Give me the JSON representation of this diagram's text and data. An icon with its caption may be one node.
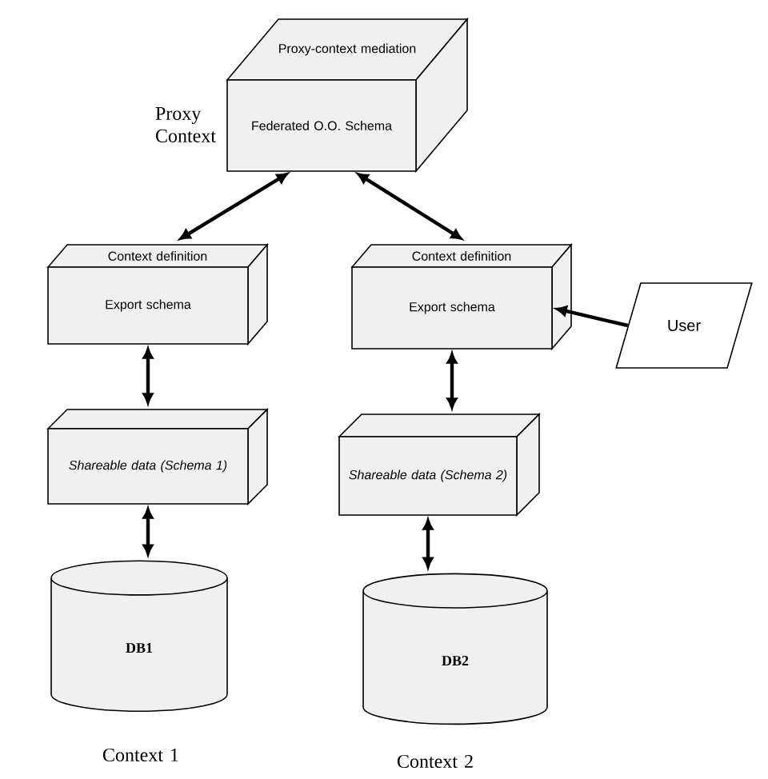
{
  "diagram": {
    "nodes": [
      {
        "text": [
          "Proxy-context mediation",
          "Federated O.O. Schema"
        ],
        "beside": [
          "Proxy Context"
        ]
      },
      {
        "text": [
          "Context definition",
          "Export schema"
        ]
      },
      {
        "text": [
          "Context definition",
          "Export schema"
        ]
      },
      {
        "text": [
          "User"
        ]
      },
      {
        "text": [
          "Shareable data (Schema 1)"
        ]
      },
      {
        "text": [
          "Shareable data (Schema 2)"
        ]
      },
      {
        "text": [
          "DB1"
        ],
        "beside": [
          "Context 1"
        ]
      },
      {
        "text": [
          "DB2"
        ],
        "beside": [
          "Context 2"
        ]
      }
    ],
    "edges": [
      {
        "from": 0,
        "to": 1,
        "arrow": "both"
      },
      {
        "from": 0,
        "to": 2,
        "arrow": "both"
      },
      {
        "from": 3,
        "to": 2,
        "arrow": "to"
      },
      {
        "from": 1,
        "to": 4,
        "arrow": "both"
      },
      {
        "from": 2,
        "to": 5,
        "arrow": "both"
      },
      {
        "from": 4,
        "to": 6,
        "arrow": "both"
      },
      {
        "from": 5,
        "to": 7,
        "arrow": "both"
      }
    ]
  }
}
